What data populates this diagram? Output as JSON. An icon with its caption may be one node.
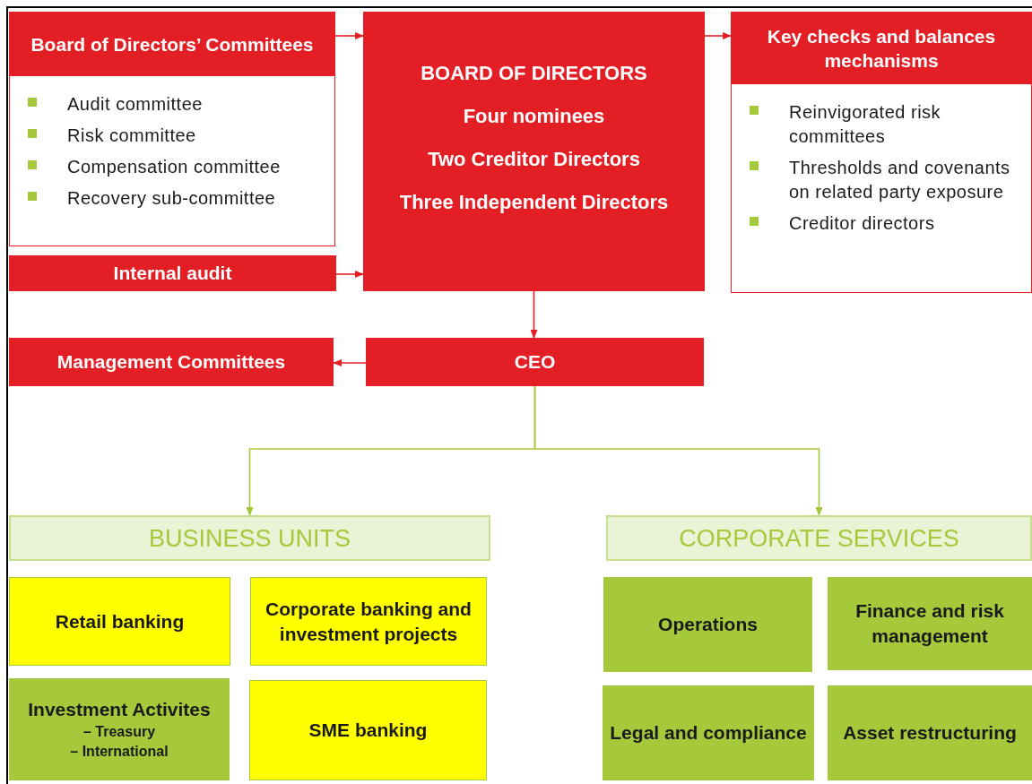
{
  "diagram": {
    "nodes": [
      {
        "text": [
          "Board of Directors’ Committees",
          "Audit committee",
          "Risk committee",
          "Compensation committee",
          "Recovery sub-committee"
        ]
      },
      {
        "text": [
          "Internal audit"
        ]
      },
      {
        "text": [
          "BOARD OF DIRECTORS",
          "Four nominees",
          "Two Creditor Directors",
          "Three Independent Directors"
        ]
      },
      {
        "text": [
          "Key checks and balances mechanisms",
          "Reinvigorated risk committees",
          "Thresholds and covenants on related party exposure",
          "Creditor directors"
        ]
      },
      {
        "text": [
          "Management Committees"
        ]
      },
      {
        "text": [
          "CEO"
        ]
      },
      {
        "text": [
          "BUSINESS UNITS"
        ]
      },
      {
        "text": [
          "CORPORATE SERVICES"
        ]
      },
      {
        "text": [
          "Retail banking"
        ]
      },
      {
        "text": [
          "Corporate banking and investment projects"
        ]
      },
      {
        "text": [
          "Investment Activites",
          "– Treasury",
          "– International"
        ]
      },
      {
        "text": [
          "SME banking"
        ]
      },
      {
        "text": [
          "Operations"
        ]
      },
      {
        "text": [
          "Finance and risk management"
        ]
      },
      {
        "text": [
          "Legal and compliance"
        ]
      },
      {
        "text": [
          "Asset restructuring"
        ]
      }
    ],
    "edges": [
      {
        "from": 0,
        "to": 2,
        "arrow": "to"
      },
      {
        "from": 1,
        "to": 2,
        "arrow": "to"
      },
      {
        "from": 2,
        "to": 3,
        "arrow": "to"
      },
      {
        "from": 2,
        "to": 5,
        "arrow": "to"
      },
      {
        "from": 5,
        "to": 4,
        "arrow": "to"
      },
      {
        "from": 5,
        "to": 6,
        "arrow": "to",
        "color": "#a5c93a"
      },
      {
        "from": 5,
        "to": 7,
        "arrow": "to",
        "color": "#a5c93a"
      }
    ]
  }
}
